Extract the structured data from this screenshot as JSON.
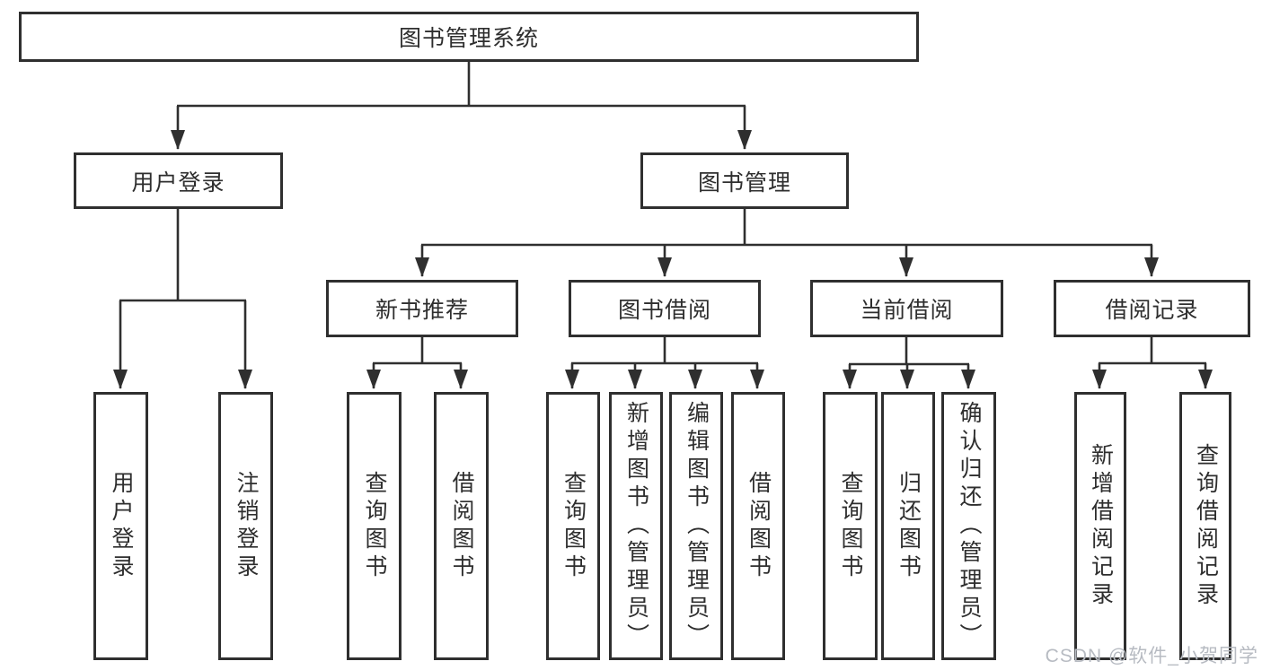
{
  "diagram_title": "图书管理系统",
  "tree": {
    "root": {
      "label": "图书管理系统"
    },
    "level1": [
      {
        "label": "用户登录"
      },
      {
        "label": "图书管理"
      }
    ],
    "level2": [
      {
        "label": "新书推荐"
      },
      {
        "label": "图书借阅"
      },
      {
        "label": "当前借阅"
      },
      {
        "label": "借阅记录"
      }
    ],
    "leaves": [
      {
        "label": "用户登录"
      },
      {
        "label": "注销登录"
      },
      {
        "label": "查询图书"
      },
      {
        "label": "借阅图书"
      },
      {
        "label": "查询图书"
      },
      {
        "label": "新增图书（管理员）"
      },
      {
        "label": "编辑图书（管理员）"
      },
      {
        "label": "借阅图书"
      },
      {
        "label": "查询图书"
      },
      {
        "label": "归还图书"
      },
      {
        "label": "确认归还（管理员）"
      },
      {
        "label": "新增借阅记录"
      },
      {
        "label": "查询借阅记录"
      }
    ]
  },
  "watermark": {
    "text": "CSDN @软件_小贺同学"
  },
  "colors": {
    "line": "#2f2f2f",
    "box_border": "#2f2f2f",
    "text": "#2e2e2e",
    "background": "#ffffff",
    "watermark": "#b7bbc2"
  }
}
